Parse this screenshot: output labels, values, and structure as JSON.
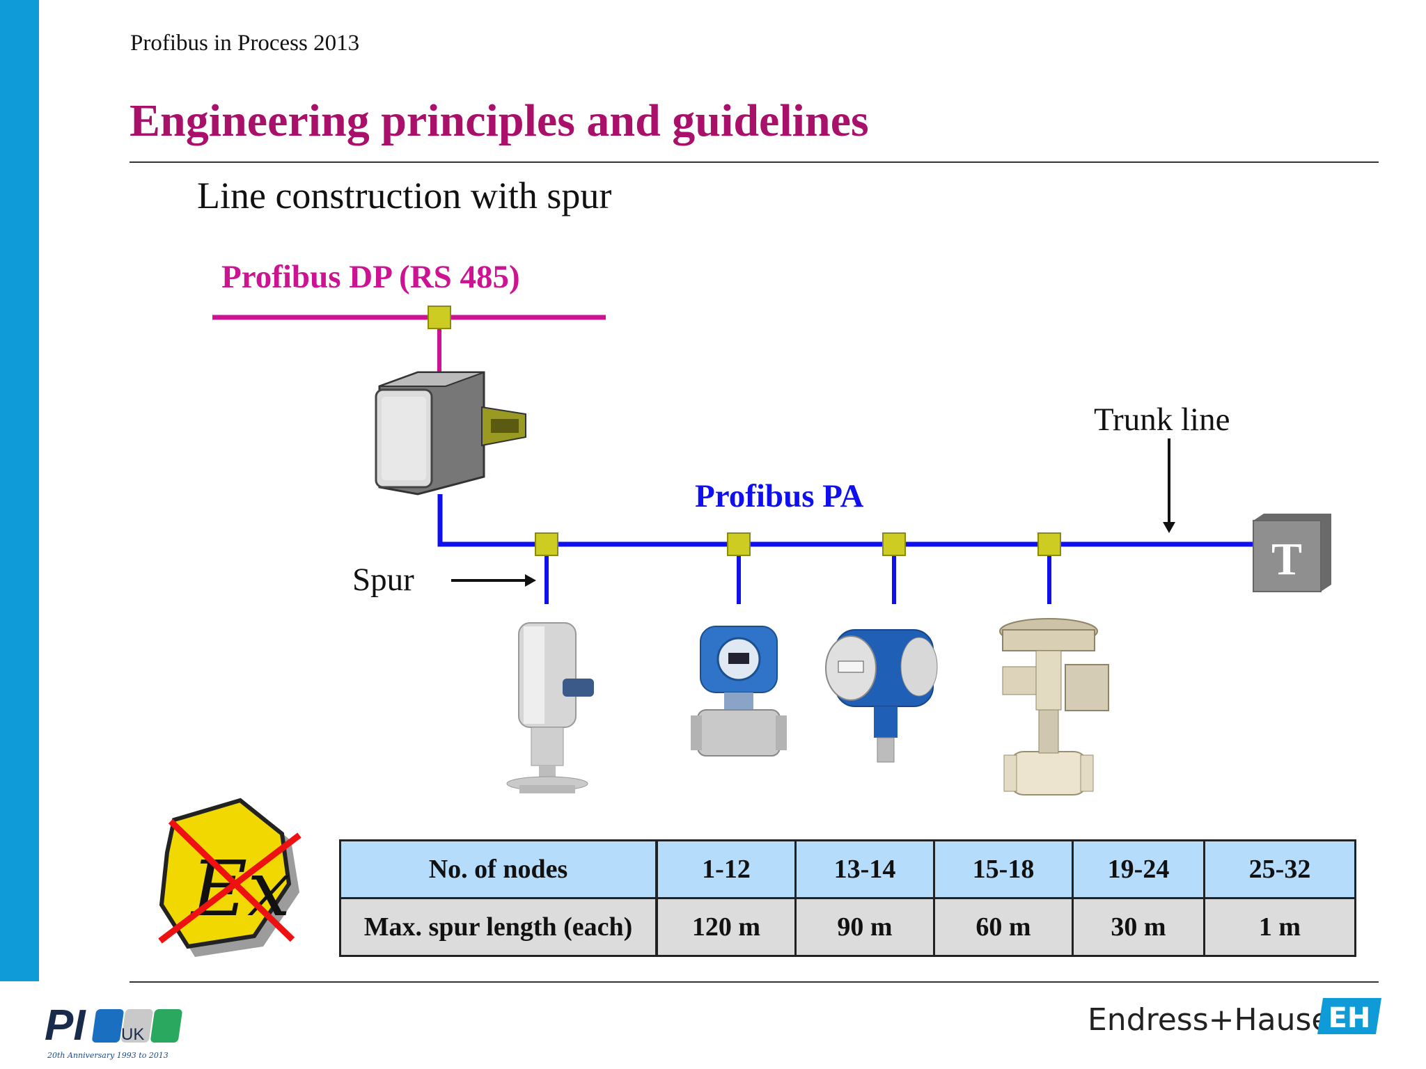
{
  "header": {
    "text": "Profibus in Process 2013"
  },
  "title": "Engineering principles and guidelines",
  "subtitle": "Line construction with spur",
  "diagram": {
    "dp_label": "Profibus DP (RS 485)",
    "pa_label": "Profibus PA",
    "trunk_label": "Trunk line",
    "spur_label": "Spur",
    "terminator_label": "T",
    "ex_symbol_label": "Ex",
    "colors": {
      "dp": "#cc1493",
      "pa": "#1010ee",
      "coupler": "#cccc22",
      "title": "#a8106a"
    },
    "devices": [
      "level-sensor",
      "flowmeter",
      "pressure-transmitter",
      "control-valve"
    ]
  },
  "table": {
    "row1": {
      "label": "No. of nodes",
      "cells": [
        "1-12",
        "13-14",
        "15-18",
        "19-24",
        "25-32"
      ]
    },
    "row2": {
      "label": "Max. spur length (each)",
      "cells": [
        "120 m",
        "90 m",
        "60 m",
        "30 m",
        "1 m"
      ]
    }
  },
  "footer": {
    "pi_logo_text": "PI",
    "pi_logo_sub": "UK",
    "pi_anniversary": "20th Anniversary 1993 to 2013",
    "brand": "Endress+Hauser",
    "brand_mark": "EH"
  }
}
